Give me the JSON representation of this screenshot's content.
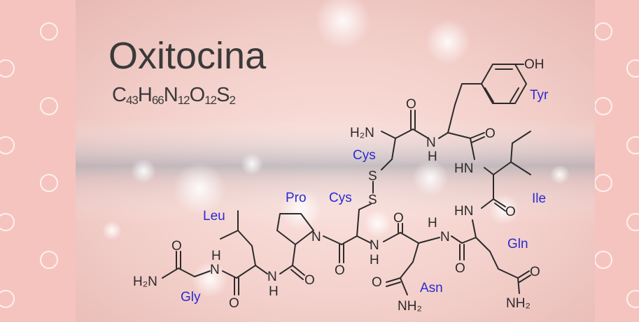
{
  "title": "Oxitocina",
  "formula": {
    "parts": [
      {
        "sym": "C",
        "sub": "43"
      },
      {
        "sym": "H",
        "sub": "66"
      },
      {
        "sym": "N",
        "sub": "12"
      },
      {
        "sym": "O",
        "sub": "12"
      },
      {
        "sym": "S",
        "sub": "2"
      }
    ]
  },
  "residues": {
    "tyr": "Tyr",
    "cys1": "Cys",
    "cys2": "Cys",
    "ile": "Ile",
    "pro": "Pro",
    "leu": "Leu",
    "gly": "Gly",
    "asn": "Asn",
    "gln": "Gln"
  },
  "atoms": {
    "oh": "OH",
    "h2n_top": "H₂N",
    "h2n_left": "H₂N",
    "nh2_asn": "NH₂",
    "nh2_gln": "NH₂",
    "nh": "NH",
    "hn": "HN",
    "n": "N",
    "h": "H",
    "o": "O",
    "s": "S"
  },
  "colors": {
    "residue_label": "#2a2ad0",
    "structure": "#2b2b2b",
    "title": "#3a3a3a",
    "side_panel": "#f7c6c2"
  }
}
